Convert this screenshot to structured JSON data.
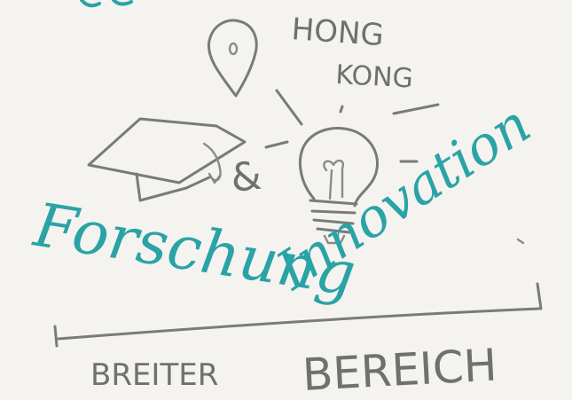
{
  "labels": {
    "location": "HONG KONG",
    "location_line1": "HONG",
    "location_line2": "KONG",
    "conjunction": "&",
    "research": "Forschung",
    "innovation": "Innovation",
    "breiter": "BREITER",
    "bereich": "BEREICH"
  },
  "icons": [
    "location-pin-icon",
    "graduation-cap-icon",
    "lightbulb-icon"
  ],
  "colors": {
    "background": "#f4f3f0",
    "grey_ink": "#7a7a7a",
    "teal_ink": "#2aa3a6"
  }
}
